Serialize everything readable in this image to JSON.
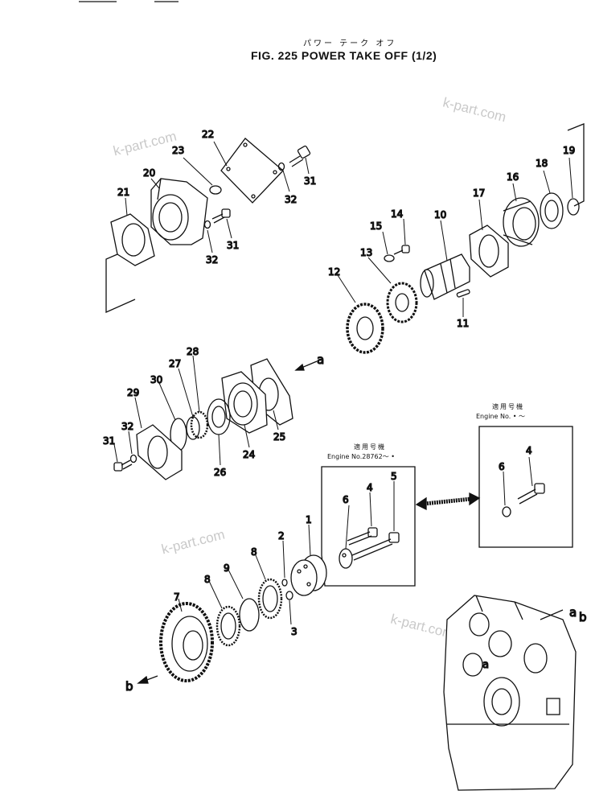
{
  "header": {
    "kana_title": "パワー テーク オフ",
    "fig_title": "FIG. 225  POWER TAKE OFF (1/2)"
  },
  "watermarks": [
    "k-part.com",
    "k-part.com",
    "k-part.com",
    "k-part.com"
  ],
  "boxes": {
    "left": {
      "caption_jp": "適用号機",
      "caption_en": "Engine No.28762～ •"
    },
    "right": {
      "caption_jp": "適用号機",
      "caption_en": "Engine No. • ～"
    }
  },
  "callouts": {
    "c22": "22",
    "c23": "23",
    "c20": "20",
    "c21": "21",
    "c31a": "31",
    "c32a": "32",
    "c31b": "31",
    "c32b": "32",
    "c19": "19",
    "c18": "18",
    "c16": "16",
    "c17": "17",
    "c14": "14",
    "c10": "10",
    "c15": "15",
    "c13": "13",
    "c12": "12",
    "c11": "11",
    "c28": "28",
    "c27": "27",
    "c30": "30",
    "c29": "29",
    "c32c": "32",
    "c31c": "31",
    "c26": "26",
    "c24": "24",
    "c25": "25",
    "c6a": "6",
    "c4a": "4",
    "c5": "5",
    "c1": "1",
    "c2": "2",
    "c3": "3",
    "c8a": "8",
    "c9": "9",
    "c8b": "8",
    "c7": "7",
    "c6b": "6",
    "c4b": "4"
  },
  "refs": {
    "a1": "a",
    "b1": "b",
    "a2": "a",
    "b2": "b",
    "a3": "a"
  }
}
